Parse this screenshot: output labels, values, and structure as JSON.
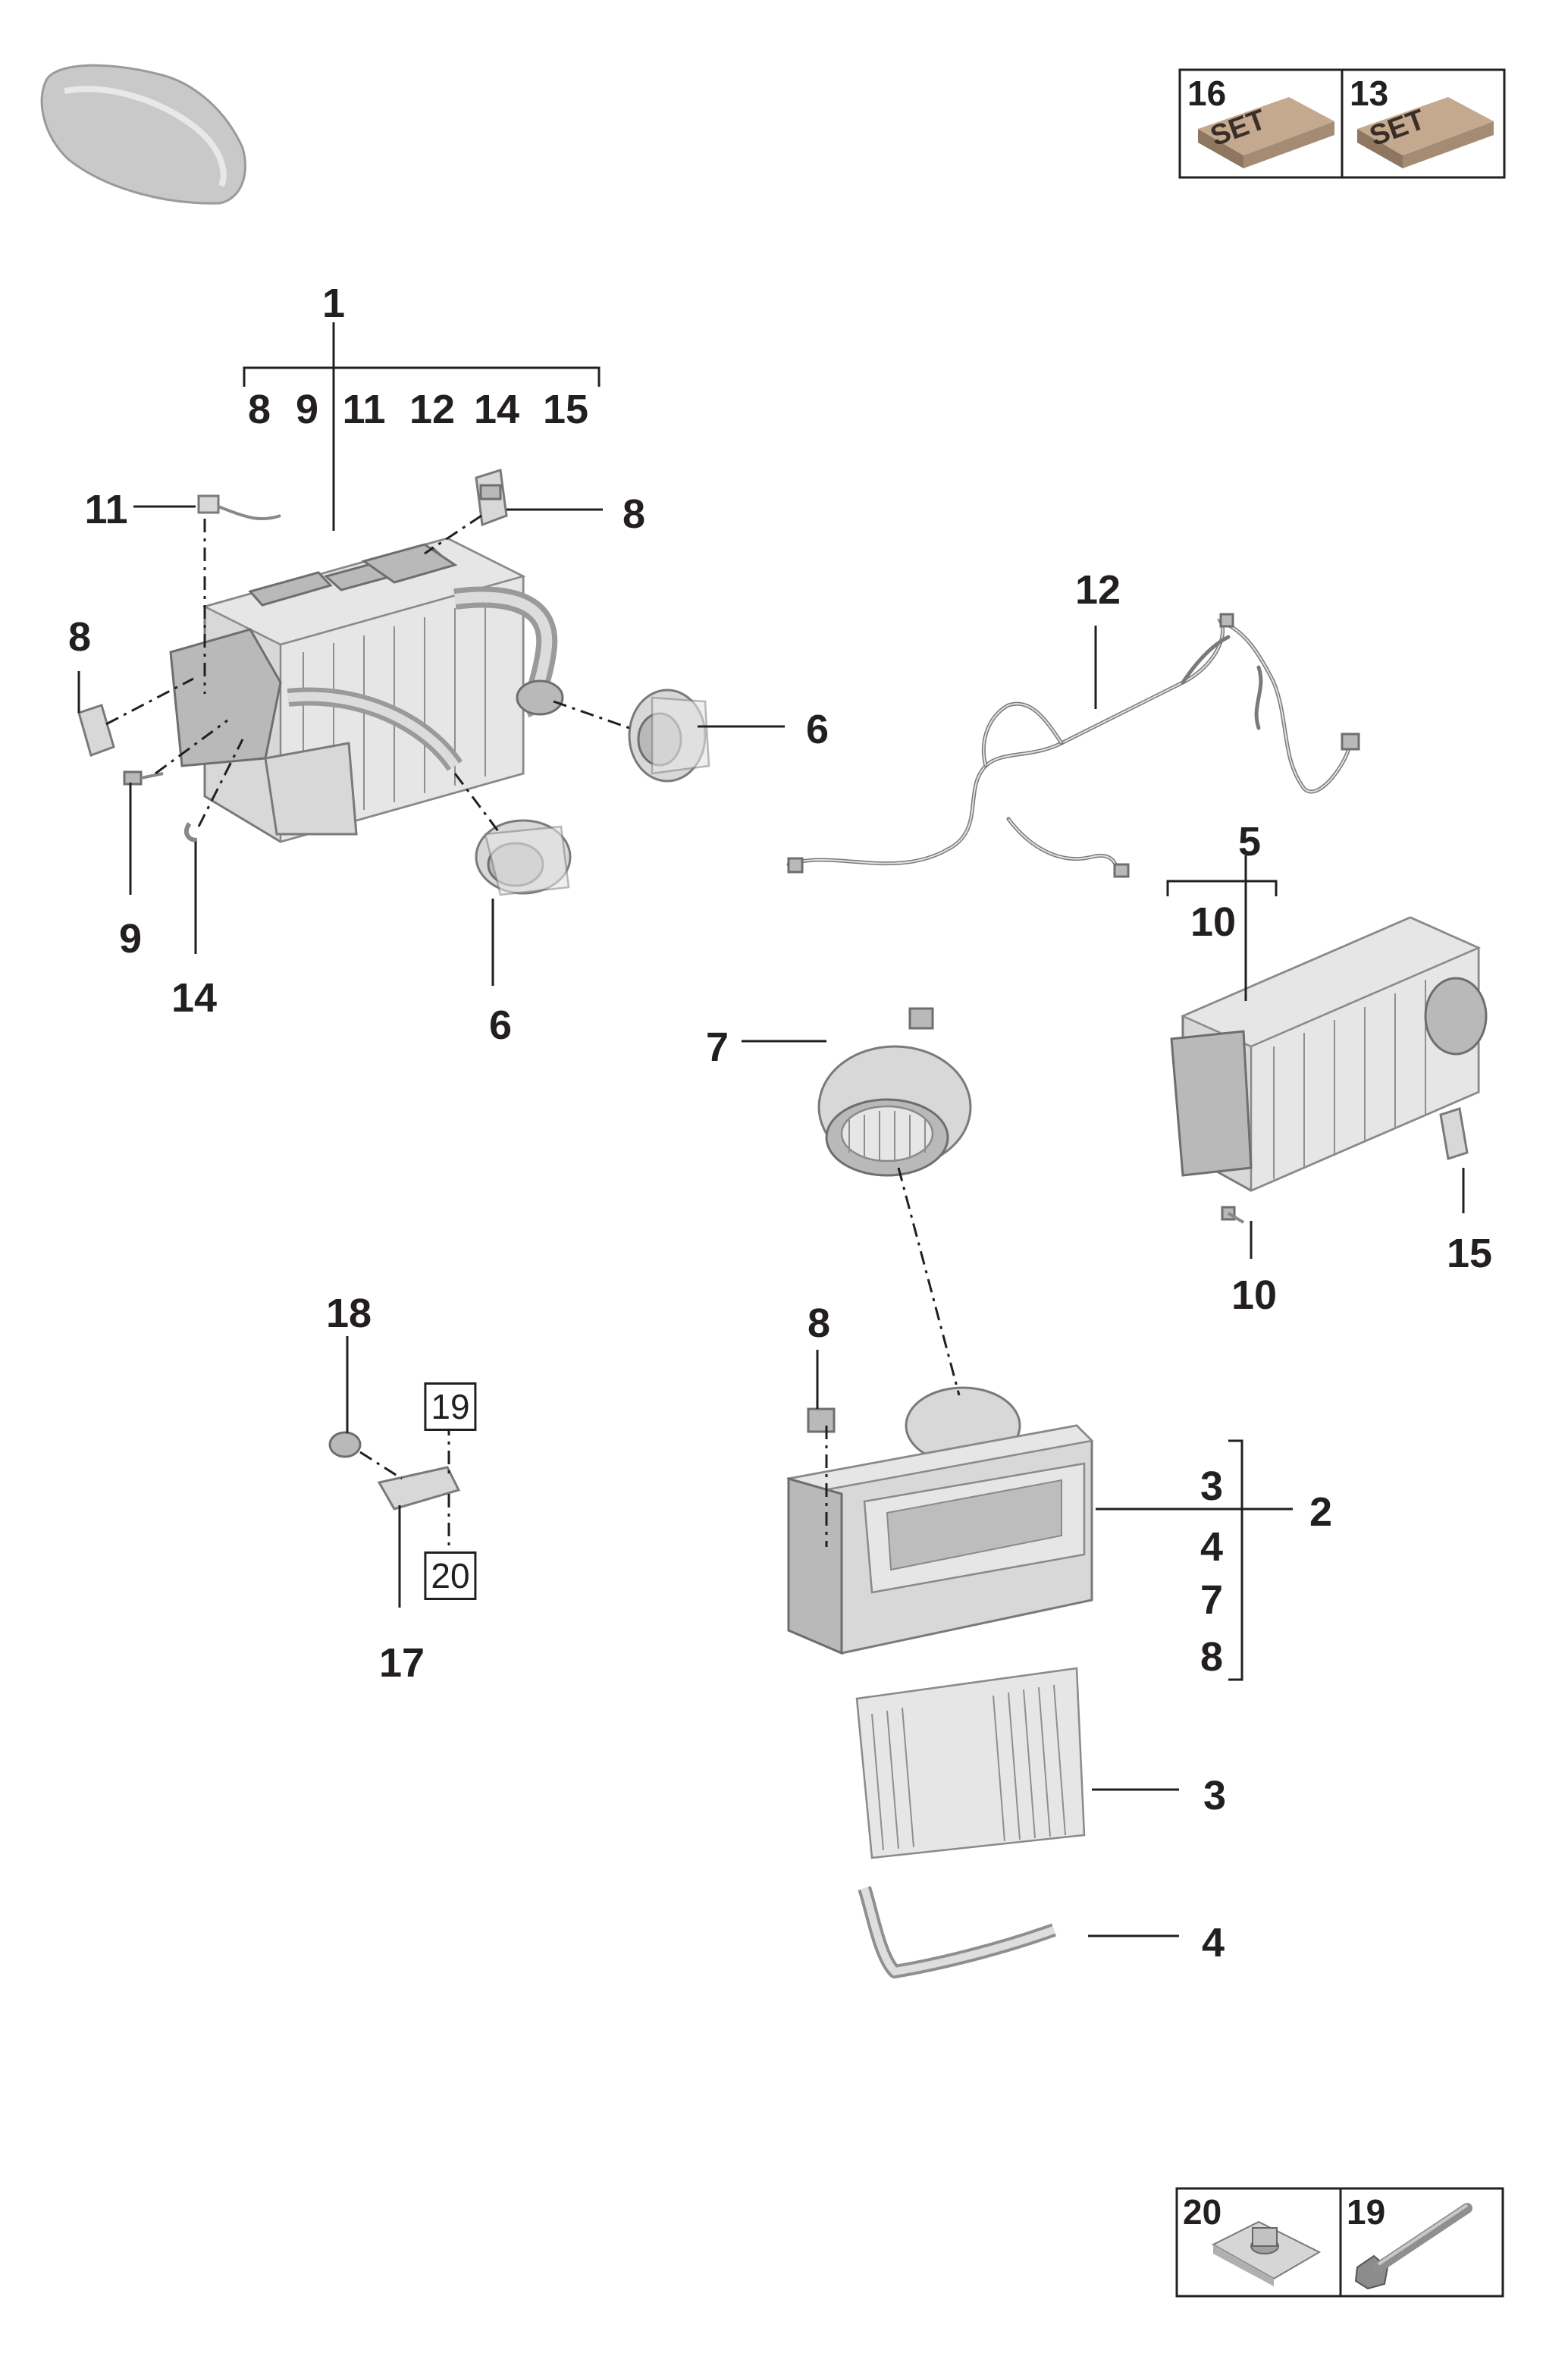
{
  "labels": {
    "p1": "1",
    "group1": [
      "8",
      "9",
      "11",
      "12",
      "14",
      "15"
    ],
    "p11": "11",
    "p8_top": "8",
    "p8_left": "8",
    "p9": "9",
    "p14": "14",
    "p6_right": "6",
    "p6_bottom": "6",
    "p12": "12",
    "p5": "5",
    "group5": [
      "10"
    ],
    "p7": "7",
    "p10_bottom": "10",
    "p15": "15",
    "p18": "18",
    "p19_boxed": "19",
    "p20_boxed": "20",
    "p17": "17",
    "p8_blower": "8",
    "group2": [
      "3",
      "4",
      "7",
      "8"
    ],
    "p2": "2",
    "p3": "3",
    "p4": "4"
  },
  "kits": {
    "top": [
      {
        "number": "16",
        "text": "SET"
      },
      {
        "number": "13",
        "text": "SET"
      }
    ],
    "bottom": [
      {
        "number": "20",
        "icon": "clip-nut-icon"
      },
      {
        "number": "19",
        "icon": "bolt-icon"
      }
    ]
  },
  "colors": {
    "ink": "#231f20",
    "part_fill": "#d8d8d8",
    "part_stroke": "#7a7a7a"
  }
}
